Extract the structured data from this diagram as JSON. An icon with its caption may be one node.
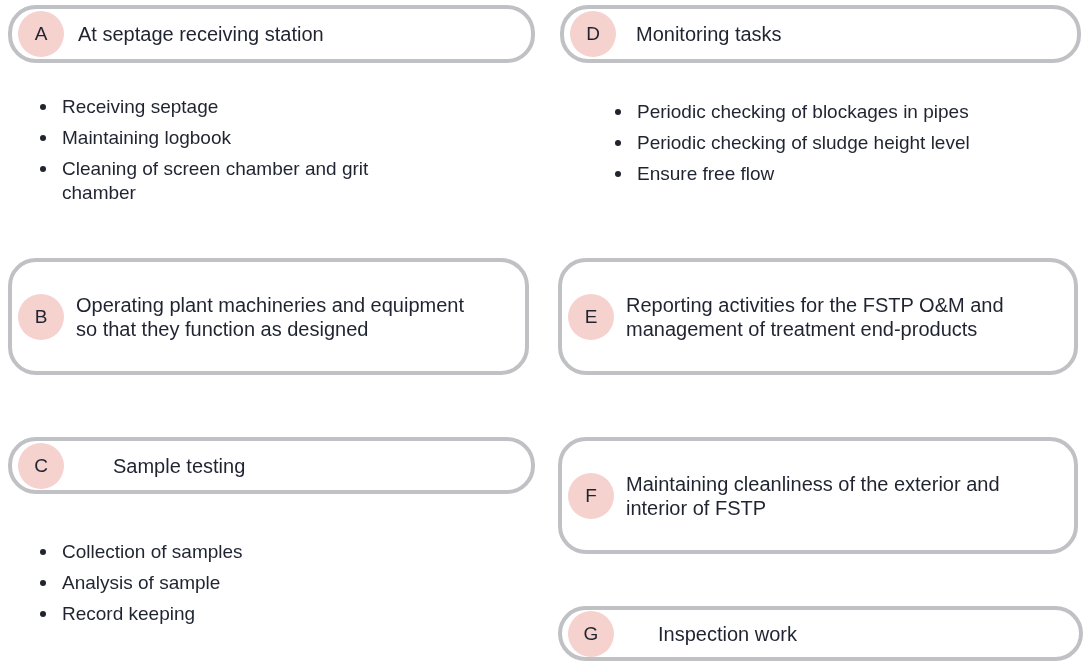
{
  "diagram": {
    "nodes": [
      {
        "text": [
          "At septage receiving station"
        ],
        "beside": [
          "Receiving septage",
          "Maintaining logbook",
          "Cleaning of screen chamber and grit chamber"
        ]
      },
      {
        "text": [
          "A"
        ],
        "in": 0
      },
      {
        "text": [
          "Monitoring tasks"
        ],
        "beside": [
          "Periodic checking of blockages in pipes",
          "Periodic checking of sludge height level",
          "Ensure free flow"
        ]
      },
      {
        "text": [
          "D"
        ],
        "in": 2
      },
      {
        "text": [
          "Operating plant machineries and equipment so that they function as designed"
        ]
      },
      {
        "text": [
          "B"
        ],
        "in": 4
      },
      {
        "text": [
          "Reporting activities for the FSTP O&M and management of treatment end-products"
        ]
      },
      {
        "text": [
          "E"
        ],
        "in": 6
      },
      {
        "text": [
          "Sample testing"
        ],
        "beside": [
          "Collection of samples",
          "Analysis of sample",
          "Record keeping"
        ]
      },
      {
        "text": [
          "C"
        ],
        "in": 8
      },
      {
        "text": [
          "Maintaining cleanliness of the exterior and interior of FSTP"
        ]
      },
      {
        "text": [
          "F"
        ],
        "in": 10
      },
      {
        "text": [
          "Inspection work"
        ]
      },
      {
        "text": [
          "G"
        ],
        "in": 12
      }
    ]
  }
}
